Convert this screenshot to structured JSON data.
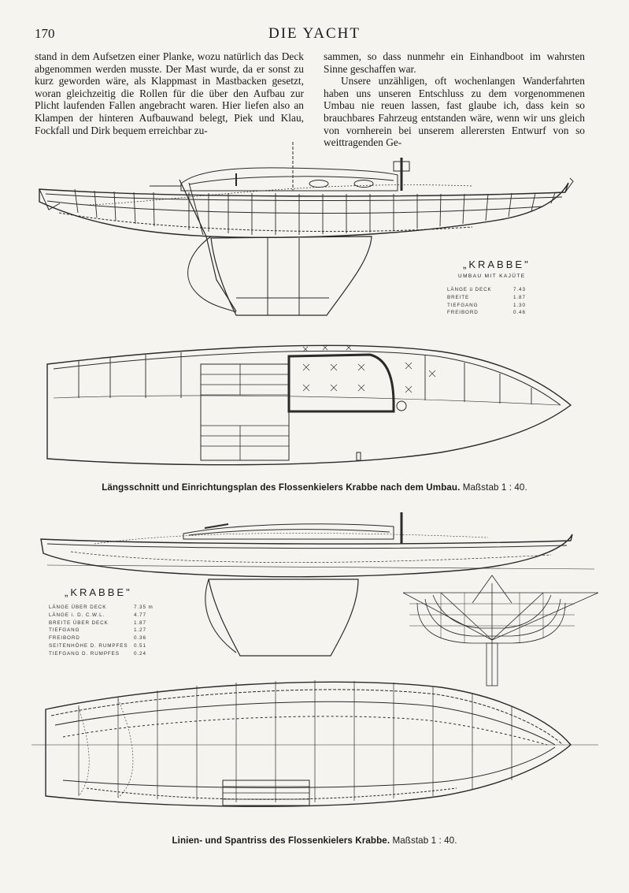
{
  "header": {
    "page_number": "170",
    "journal_title": "DIE YACHT"
  },
  "body": {
    "col1": "stand in dem Aufsetzen einer Planke, wozu natürlich das Deck abgenommen werden musste. Der Mast wurde, da er sonst zu kurz geworden wäre, als Klappmast in Mastbacken gesetzt, woran gleichzeitig die Rollen für die über den Aufbau zur Plicht laufenden Fallen angebracht waren. Hier liefen also an Klampen der hinteren Aufbauwand belegt, Piek und Klau, Fockfall und Dirk bequem erreichbar zu-",
    "col2_p1": "sammen, so dass nunmehr ein Einhandboot im wahrsten Sinne geschaffen war.",
    "col2_p2": "Unsere unzähligen, oft wochenlangen Wanderfahrten haben uns unseren Entschluss zu dem vorgenommenen Umbau nie reuen lassen, fast glaube ich, dass kein so brauchbares Fahrzeug entstanden wäre, wenn wir uns gleich von vornherein bei unserem allerersten Entwurf von so weittragenden Ge-"
  },
  "figure1": {
    "name": "„KRABBE\"",
    "subtitle": "UMBAU MIT KAJÜTE",
    "specs": [
      {
        "label": "LÄNGE ü DECK",
        "value": "7.43"
      },
      {
        "label": "BREITE",
        "value": "1.87"
      },
      {
        "label": "TIEFGANG",
        "value": "1.30"
      },
      {
        "label": "FREIBORD",
        "value": "0.46"
      }
    ],
    "caption": "Längsschnitt und Einrichtungsplan des Flossenkielers Krabbe nach dem Umbau.",
    "scale": "Maßstab 1 : 40."
  },
  "figure2": {
    "name": "„KRABBE\"",
    "specs": [
      {
        "label": "LÄNGE ÜBER DECK",
        "value": "7.35 m"
      },
      {
        "label": "LÄNGE i. D. C.W.L.",
        "value": "4.77"
      },
      {
        "label": "BREITE ÜBER DECK",
        "value": "1.87"
      },
      {
        "label": "TIEFGANG",
        "value": "1.27"
      },
      {
        "label": "FREIBORD",
        "value": "0.36"
      },
      {
        "label": "SEITENHÖHE D. RUMPFES",
        "value": "0.51"
      },
      {
        "label": "TIEFGANG D. RUMPFES",
        "value": "0.24"
      }
    ],
    "caption": "Linien- und Spantriss des Flossenkielers Krabbe.",
    "scale": "Maßstab 1 : 40."
  }
}
